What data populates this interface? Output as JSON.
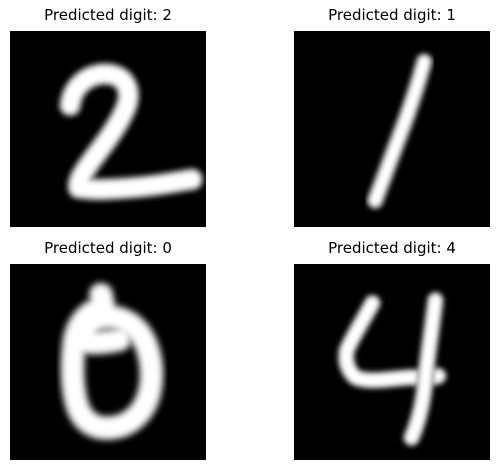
{
  "figure": {
    "panels": [
      {
        "title": "Predicted digit: 2",
        "digit": "2"
      },
      {
        "title": "Predicted digit: 1",
        "digit": "1"
      },
      {
        "title": "Predicted digit: 0",
        "digit": "0"
      },
      {
        "title": "Predicted digit: 4",
        "digit": "4"
      }
    ]
  }
}
